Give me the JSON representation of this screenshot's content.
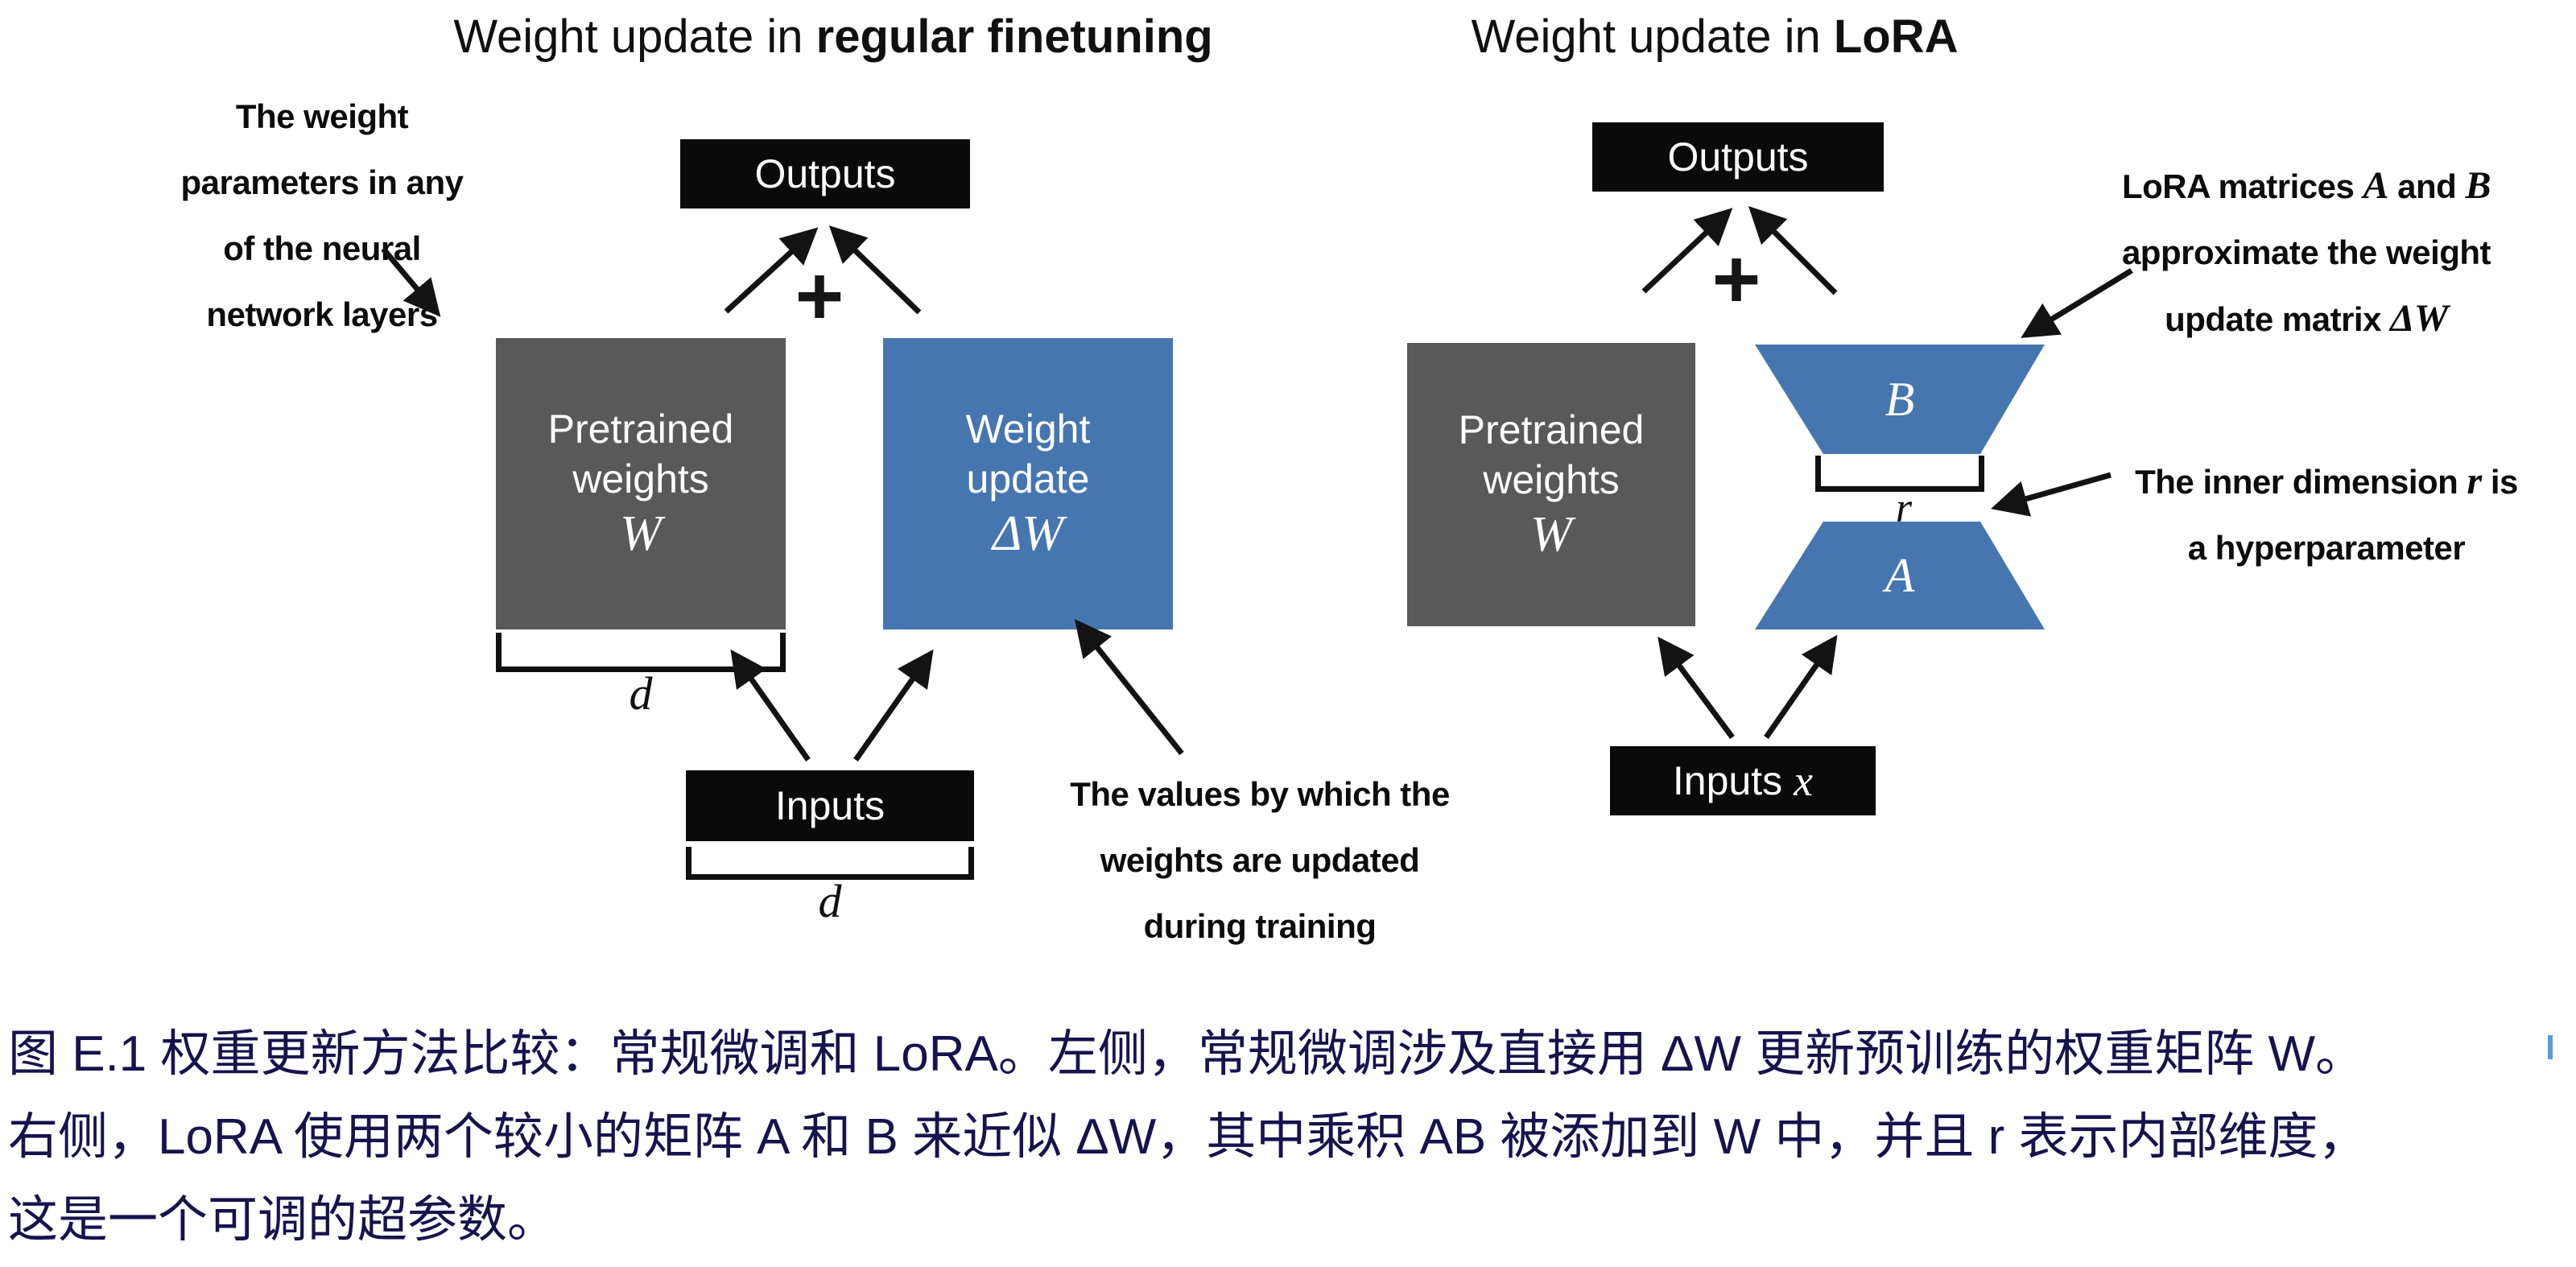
{
  "colors": {
    "box-black": "#0a0a0a",
    "matrix-gray": "#595959",
    "matrix-blue": "#4676b0",
    "caption-navy": "#17134d",
    "cursor-blue": "#5b9bd5"
  },
  "left": {
    "title_prefix": "Weight update in ",
    "title_bold": "regular finetuning",
    "weights_annotation": [
      "The weight",
      "parameters in any",
      "of the neural",
      "network layers"
    ],
    "outputs_label": "Outputs",
    "plus": "+",
    "pretrained": {
      "line1": "Pretrained",
      "line2": "weights",
      "math": "W"
    },
    "update": {
      "line1": "Weight",
      "line2": "update",
      "math": "ΔW"
    },
    "d_weights": "d",
    "inputs_label": "Inputs",
    "d_inputs": "d",
    "values_annotation": [
      "The values by which the",
      "weights are updated",
      "during training"
    ]
  },
  "right": {
    "title_prefix": "Weight update in ",
    "title_bold": "LoRA",
    "outputs_label": "Outputs",
    "plus": "+",
    "pretrained": {
      "line1": "Pretrained",
      "line2": "weights",
      "math": "W"
    },
    "matrix_b": "B",
    "r_label": "r",
    "matrix_a": "A",
    "inputs_label": "Inputs",
    "inputs_math": "x",
    "lora_annotation": {
      "l1a": "LoRA matrices ",
      "l1b": "A",
      "l1c": " and ",
      "l1d": "B",
      "l2": "approximate the weight",
      "l3a": "update matrix ",
      "l3b": "ΔW"
    },
    "r_annotation": {
      "l1a": "The inner dimension ",
      "l1b": "r",
      "l1c": " is",
      "l2": "a hyperparameter"
    }
  },
  "caption": {
    "line1": "图 E.1 权重更新方法比较：常规微调和 LoRA。左侧，常规微调涉及直接用 ΔW 更新预训练的权重矩阵 W。",
    "line2": "右侧，LoRA 使用两个较小的矩阵 A 和 B 来近似 ΔW，其中乘积 AB 被添加到 W 中，并且 r 表示内部维度，",
    "line3": "这是一个可调的超参数。"
  }
}
